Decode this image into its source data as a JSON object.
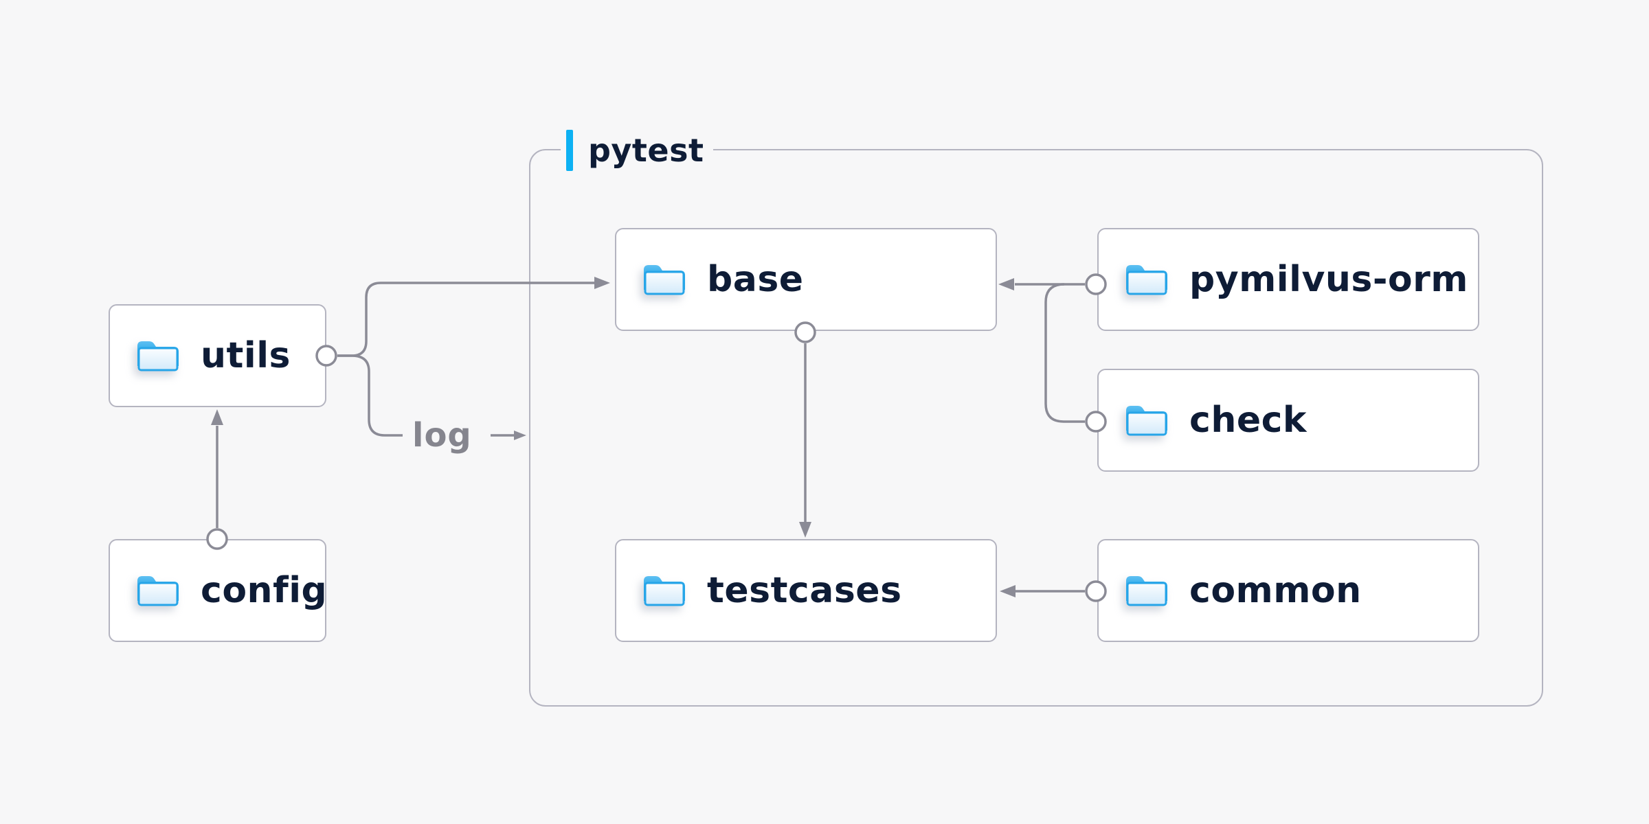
{
  "group": {
    "label": "pytest"
  },
  "nodes": {
    "utils": {
      "label": "utils",
      "icon": "folder-icon"
    },
    "config": {
      "label": "config",
      "icon": "folder-icon"
    },
    "base": {
      "label": "base",
      "icon": "folder-icon"
    },
    "testcases": {
      "label": "testcases",
      "icon": "folder-icon"
    },
    "pymilvus_orm": {
      "label": "pymilvus-orm",
      "icon": "folder-icon"
    },
    "check": {
      "label": "check",
      "icon": "folder-icon"
    },
    "common": {
      "label": "common",
      "icon": "folder-icon"
    }
  },
  "arrows": [
    {
      "from": "config",
      "to": "utils"
    },
    {
      "from": "utils",
      "to": "base"
    },
    {
      "from": "utils",
      "to": "pytest",
      "label": "log"
    },
    {
      "from": "base",
      "to": "testcases"
    },
    {
      "from": "pymilvus-orm",
      "to": "base"
    },
    {
      "from": "check",
      "to": "base"
    },
    {
      "from": "common",
      "to": "testcases"
    }
  ],
  "colors": {
    "background": "#f7f7f8",
    "node_fill": "#ffffff",
    "node_border": "#b4b4c0",
    "group_border": "#b4b4c0",
    "wire": "#8b8b96",
    "label_text": "#0e1c36",
    "edge_label_text": "#85858e",
    "accent_blue": "#0db1f3",
    "folder_blue": "#2aa9e9"
  }
}
